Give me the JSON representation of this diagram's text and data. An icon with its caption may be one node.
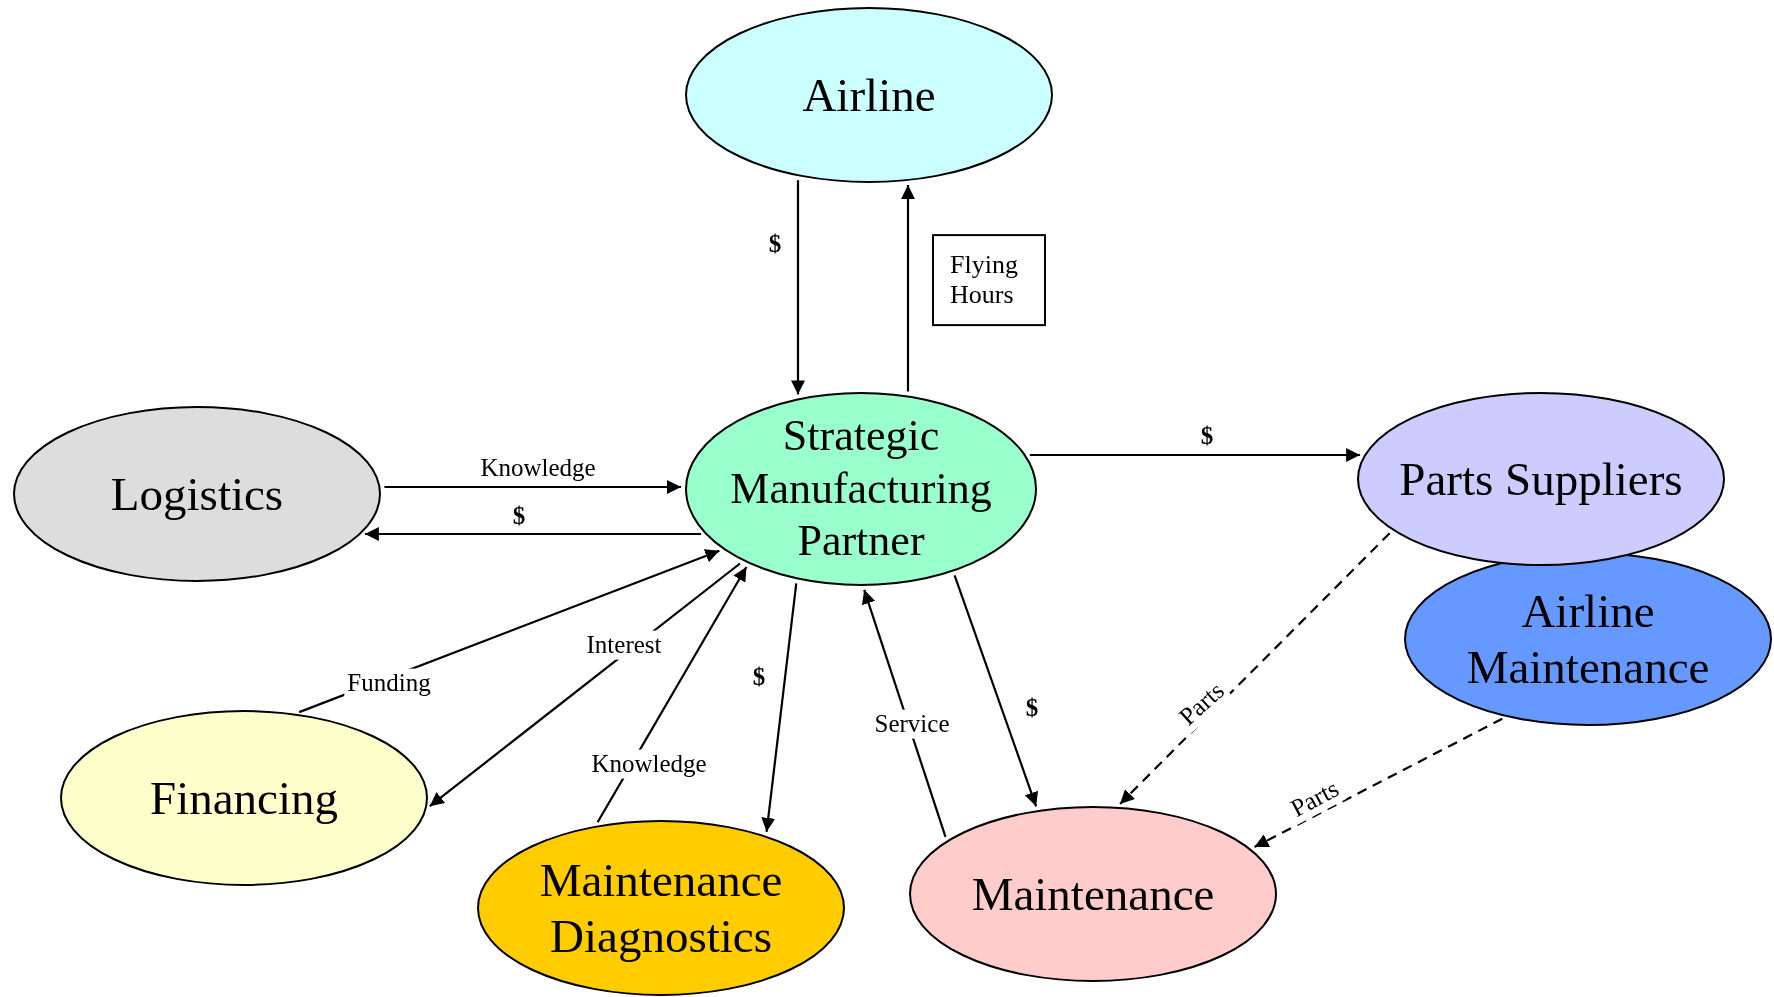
{
  "diagram": {
    "nodes": [
      {
        "text": [
          "Airline"
        ]
      },
      {
        "text": [
          "Strategic Manufacturing Partner"
        ]
      },
      {
        "text": [
          "Logistics"
        ]
      },
      {
        "text": [
          "Parts Suppliers"
        ]
      },
      {
        "text": [
          "Airline Maintenance"
        ]
      },
      {
        "text": [
          "Financing"
        ]
      },
      {
        "text": [
          "Maintenance Diagnostics"
        ]
      },
      {
        "text": [
          "Maintenance"
        ]
      }
    ],
    "edges": [
      {
        "from": 0,
        "to": 1,
        "arrow": "to",
        "label": "$"
      },
      {
        "from": 1,
        "to": 0,
        "arrow": "to",
        "label": "Flying Hours"
      },
      {
        "from": 2,
        "to": 1,
        "arrow": "to",
        "label": "Knowledge"
      },
      {
        "from": 1,
        "to": 2,
        "arrow": "to",
        "label": "$"
      },
      {
        "from": 1,
        "to": 3,
        "arrow": "to",
        "label": "$"
      },
      {
        "from": 5,
        "to": 1,
        "arrow": "to",
        "label": "Funding"
      },
      {
        "from": 1,
        "to": 5,
        "arrow": "to",
        "label": "Interest"
      },
      {
        "from": 6,
        "to": 1,
        "arrow": "to",
        "label": "Knowledge"
      },
      {
        "from": 1,
        "to": 6,
        "arrow": "to",
        "label": "$"
      },
      {
        "from": 7,
        "to": 1,
        "arrow": "to",
        "label": "Service"
      },
      {
        "from": 1,
        "to": 7,
        "arrow": "to",
        "label": "$"
      },
      {
        "from": 3,
        "to": 7,
        "arrow": "to",
        "label": "Parts",
        "style": "dashed"
      },
      {
        "from": 4,
        "to": 7,
        "arrow": "to",
        "label": "Parts",
        "style": "dashed"
      }
    ]
  }
}
